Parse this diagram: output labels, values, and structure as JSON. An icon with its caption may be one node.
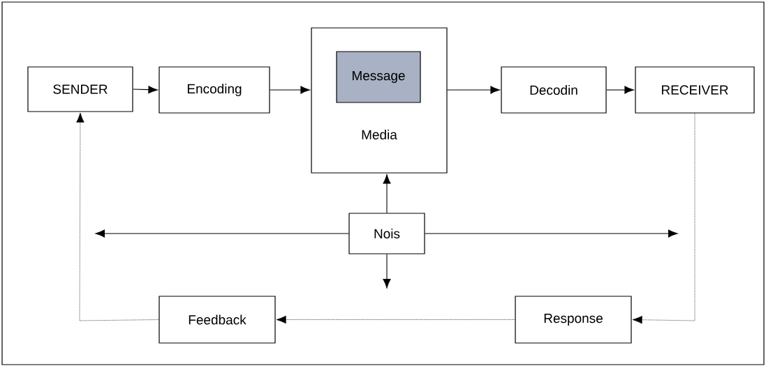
{
  "diagram": {
    "nodes": [
      {
        "text": [
          "SENDER"
        ]
      },
      {
        "text": [
          "Encoding"
        ]
      },
      {
        "text": [
          "Media"
        ]
      },
      {
        "text": [
          "Message"
        ],
        "in": 2
      },
      {
        "text": [
          "Decodin"
        ]
      },
      {
        "text": [
          "RECEIVER"
        ]
      },
      {
        "text": [
          "Nois"
        ]
      },
      {
        "text": [
          "Feedback"
        ]
      },
      {
        "text": [
          "Response"
        ]
      }
    ],
    "edges": [
      {
        "from": 0,
        "to": 1,
        "arrow": "to"
      },
      {
        "from": 1,
        "to": 2,
        "arrow": "to"
      },
      {
        "from": 2,
        "to": 4,
        "arrow": "to"
      },
      {
        "from": 4,
        "to": 5,
        "arrow": "to"
      },
      {
        "from": 6,
        "to": 2,
        "arrow": "to"
      },
      {
        "from": 6,
        "to": null,
        "arrow": "to"
      },
      {
        "from": 6,
        "to": null,
        "arrow": "to"
      },
      {
        "from": 6,
        "to": null,
        "arrow": "to"
      },
      {
        "from": 5,
        "to": 8,
        "arrow": "to",
        "style": "dashed"
      },
      {
        "from": 8,
        "to": 7,
        "arrow": "to",
        "style": "dashed"
      },
      {
        "from": 7,
        "to": 0,
        "arrow": "to",
        "style": "dashed"
      }
    ]
  }
}
